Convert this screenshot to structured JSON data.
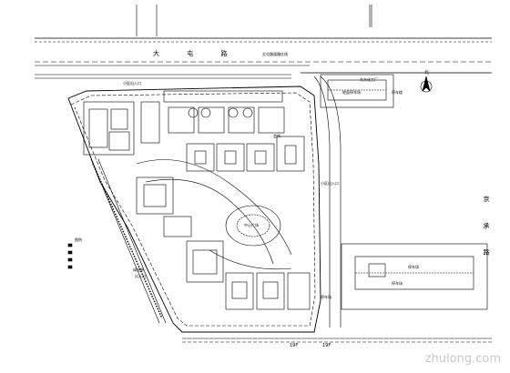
{
  "roads": {
    "main_road": "大 屯 路",
    "main_road_small_label": "大屯路道路红线",
    "east_road": "京 承 路",
    "south_road_left": "19F",
    "south_road_right": "19F"
  },
  "labels": {
    "north_gate": "小区出入口",
    "north_mid_entry": "东方化工厂",
    "ne_parking": "地面停车场",
    "ne_building": "停车楼",
    "east_entry": "小区出入口",
    "east_parking_1": "停车场",
    "east_parking_2": "停车场",
    "east_parking_3": "停车场",
    "center_plaza": "中心广场",
    "clubhouse": "会所",
    "west_green": "绿化带",
    "west_gate": "出入口",
    "south_legend": "图例"
  },
  "compass": {
    "north": "北"
  },
  "watermark": "zhulong.com",
  "colors": {
    "line": "#000000",
    "paper": "#ffffff",
    "watermark": "#c8c8c8"
  }
}
